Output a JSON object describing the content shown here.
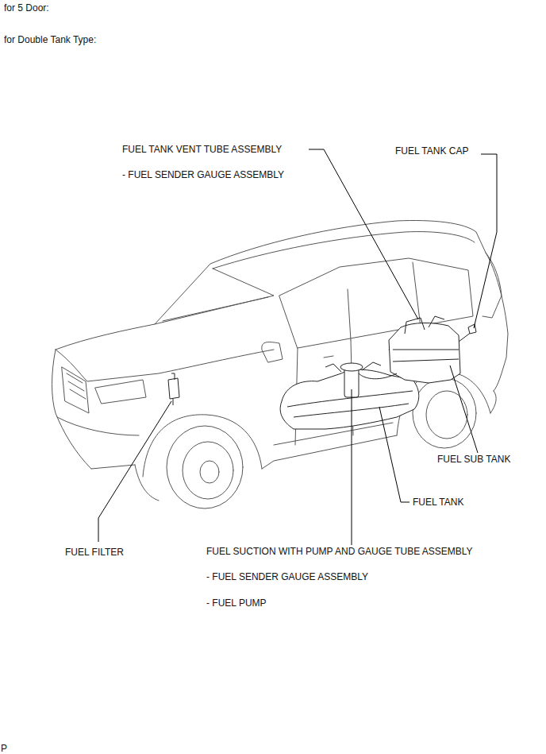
{
  "diagram": {
    "labels": [
      "for 5 Door:",
      "for Double Tank Type:",
      "FUEL TANK VENT TUBE ASSEMBLY",
      "- FUEL SENDER GAUGE ASSEMBLY",
      "FUEL TANK CAP",
      "FUEL SUB TANK",
      "FUEL TANK",
      "FUEL FILTER",
      "FUEL SUCTION WITH PUMP AND GAUGE TUBE ASSEMBLY",
      "- FUEL SENDER GAUGE ASSEMBLY",
      "- FUEL PUMP",
      "P"
    ]
  }
}
